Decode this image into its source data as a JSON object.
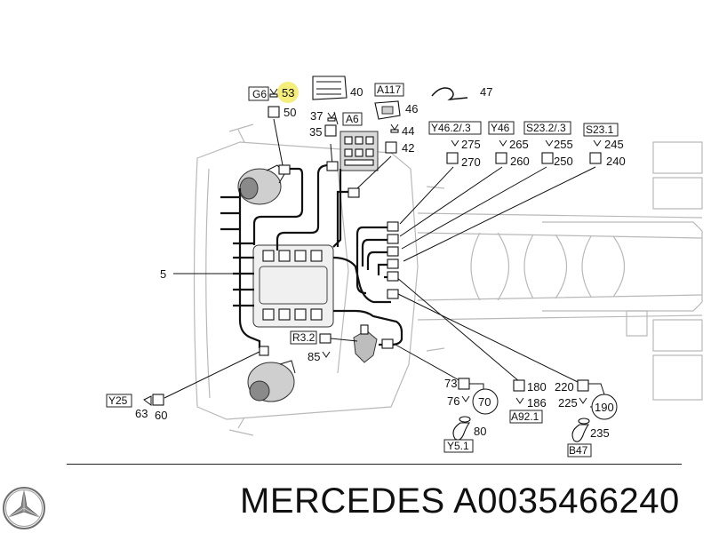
{
  "brand": "MERCEDES",
  "part_number": "A0035466240",
  "highlight_color": "#f5ee7a",
  "brand_icon": "mercedes-star-icon",
  "labels": {
    "c5": "5",
    "c35": "35",
    "c37": "37",
    "c40": "40",
    "c42": "42",
    "c44": "44",
    "c46": "46",
    "c47": "47",
    "c50": "50",
    "c53": "53",
    "c60": "60",
    "c63": "63",
    "c70": "70",
    "c73": "73",
    "c76": "76",
    "c80": "80",
    "c85": "85",
    "c180": "180",
    "c186": "186",
    "c190": "190",
    "c220": "220",
    "c225": "225",
    "c235": "235",
    "c240": "240",
    "c245": "245",
    "c250": "250",
    "c255": "255",
    "c260": "260",
    "c265": "265",
    "c270": "270",
    "c275": "275"
  },
  "refs": {
    "g6": "G6",
    "a117": "A117",
    "a6": "A6",
    "y46_2": "Y46.2/.3",
    "y46": "Y46",
    "s23_2": "S23.2/.3",
    "s23_1": "S23.1",
    "r3_2": "R3.2",
    "y25": "Y25",
    "y5_1": "Y5.1",
    "a92_1": "A92.1",
    "b47": "B47"
  }
}
